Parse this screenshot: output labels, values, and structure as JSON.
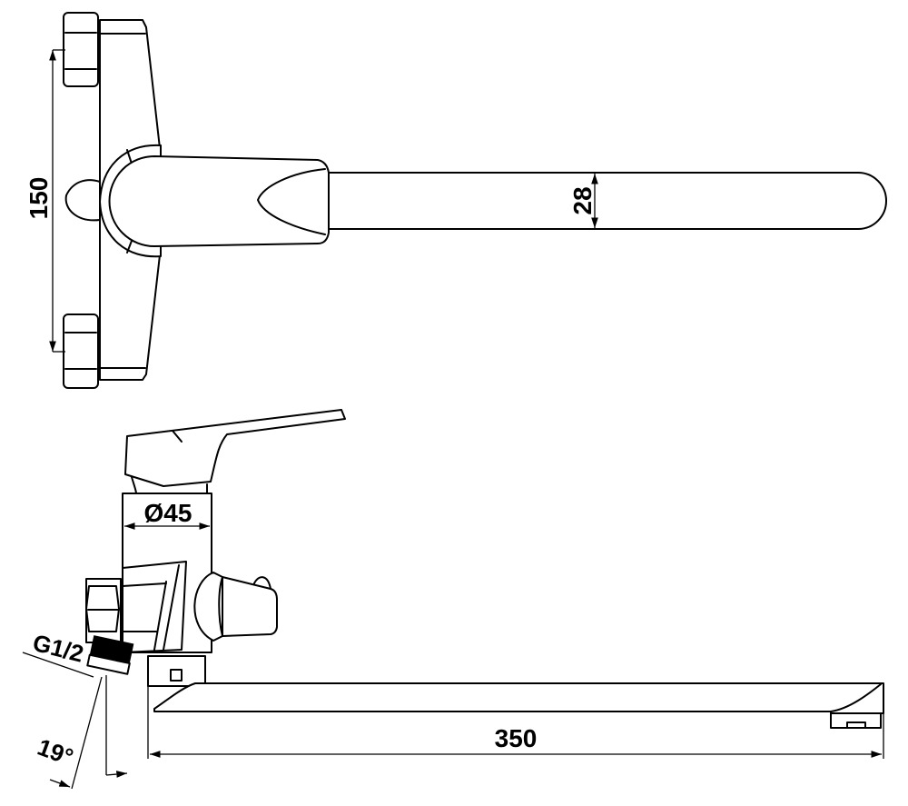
{
  "top_view": {
    "dim_height": "150",
    "dim_spout_thickness": "28"
  },
  "side_view": {
    "dim_diameter": "Ø45",
    "dim_thread": "G1/2",
    "dim_angle": "19°",
    "dim_spout_length": "350"
  },
  "colors": {
    "line": "#000000",
    "background": "#ffffff"
  }
}
